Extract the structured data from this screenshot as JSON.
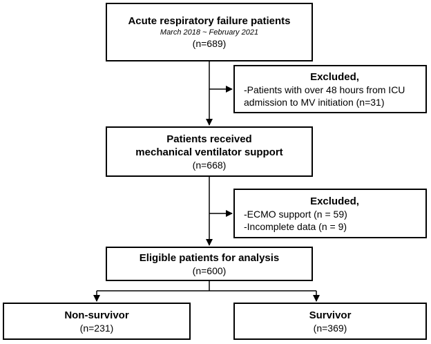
{
  "box_arf": {
    "title": "Acute respiratory failure patients",
    "period": "March 2018 ~ February 2021",
    "count": "(n=689)"
  },
  "box_excluded_1": {
    "title": "Excluded,",
    "line1": "-Patients with over 48 hours from ICU",
    "line2": "admission to MV initiation (n=31)"
  },
  "box_mv": {
    "line1": "Patients received",
    "line2": "mechanical ventilator support",
    "count": "(n=668)"
  },
  "box_excluded_2": {
    "title": "Excluded,",
    "line1": "-ECMO support (n = 59)",
    "line2": "-Incomplete data (n = 9)"
  },
  "box_eligible": {
    "title": "Eligible patients for analysis",
    "count": "(n=600)"
  },
  "box_nonsurvivor": {
    "title": "Non-survivor",
    "count": "(n=231)"
  },
  "box_survivor": {
    "title": "Survivor",
    "count": "(n=369)"
  }
}
